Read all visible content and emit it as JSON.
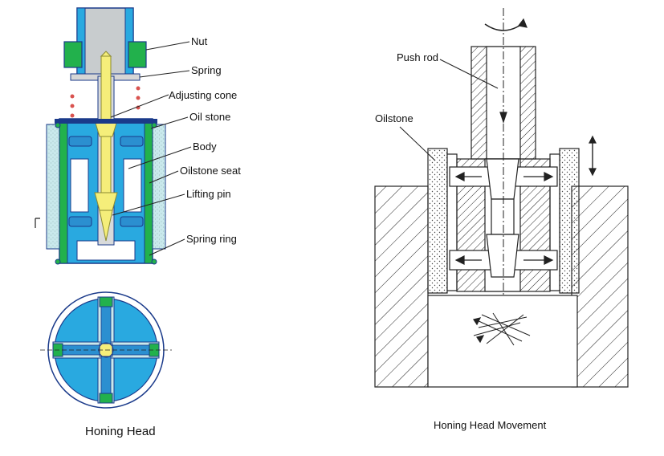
{
  "left_diagram": {
    "labels": {
      "nut": "Nut",
      "spring": "Spring",
      "adjusting_cone": "Adjusting cone",
      "oil_stone": "Oil stone",
      "body": "Body",
      "oilstone_seat": "Oilstone seat",
      "lifting_pin": "Lifting pin",
      "spring_ring": "Spring ring"
    },
    "caption": "Honing Head"
  },
  "right_diagram": {
    "labels": {
      "push_rod": "Push rod",
      "oilstone": "Oilstone"
    },
    "caption": "Honing Head Movement"
  },
  "colors": {
    "body_blue": "#29a9e0",
    "nut_green": "#22b14c",
    "cone_yellow": "#f5ee7a",
    "stone_cyan": "#c9e9ec",
    "rod_gray": "#c8ccce"
  }
}
